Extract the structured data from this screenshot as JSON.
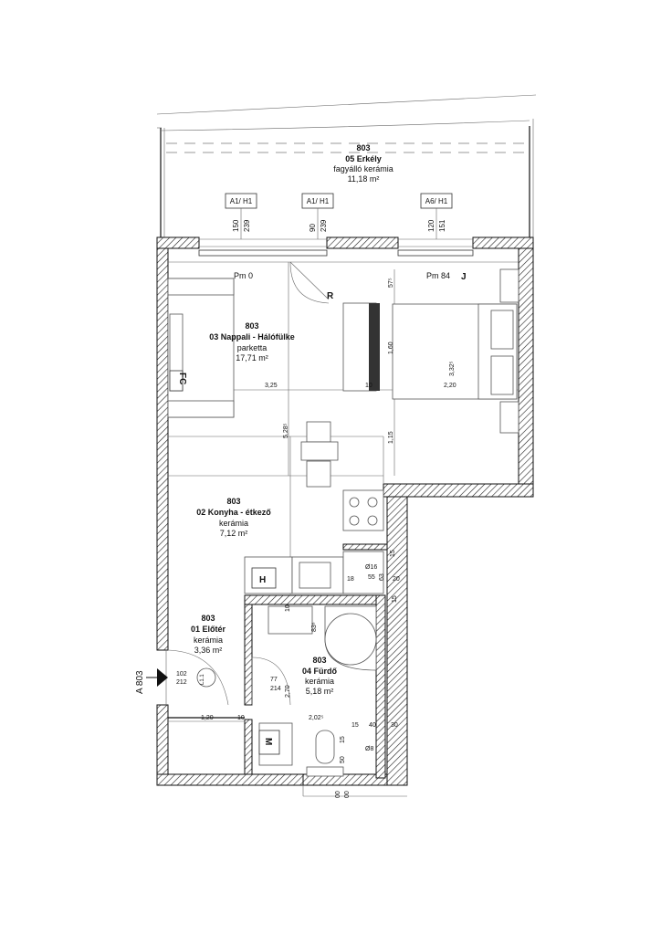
{
  "balcony": {
    "number": "803",
    "name": "05 Erkély",
    "floor": "fagyálló kerámia",
    "area": "11,18 m²"
  },
  "living": {
    "number": "803",
    "name": "03 Nappali - Hálófülke",
    "floor": "parketta",
    "area": "17,71 m²"
  },
  "kitchen": {
    "number": "803",
    "name": "02 Konyha - étkező",
    "floor": "kerámia",
    "area": "7,12 m²"
  },
  "hall": {
    "number": "803",
    "name": "01 Előtér",
    "floor": "kerámia",
    "area": "3,36 m²"
  },
  "bath": {
    "number": "803",
    "name": "04 Fürdő",
    "floor": "kerámia",
    "area": "5,18 m²"
  },
  "window_tags": [
    "A1/ H1",
    "A1/ H1",
    "A6/ H1"
  ],
  "window_dims": [
    [
      "150",
      "239"
    ],
    [
      "90",
      "239"
    ],
    [
      "120",
      "151"
    ]
  ],
  "markers": {
    "pm0": "Pm 0",
    "pm84": "Pm 84",
    "r": "R",
    "j": "J",
    "fc": "FC",
    "h": "H",
    "m": "M",
    "section": "A 803",
    "l11": "L1.1"
  },
  "dims": {
    "w325": "3,25",
    "w10a": "10",
    "w220": "2,20",
    "h160": "1,60",
    "h332": "3,32⁵",
    "h528": "5,28⁵",
    "h115": "1,15",
    "h57": "57⁵",
    "d102": "102",
    "d212": "212",
    "d77": "77",
    "d214": "214",
    "d270": "2,70",
    "d120": "1,20",
    "d10b": "10",
    "d202": "2,02⁵",
    "d15a": "15",
    "d40": "40",
    "d30": "30",
    "d15b": "15",
    "d50": "50",
    "d16": "Ø16",
    "d55": "55",
    "d63": "63",
    "d20": "20",
    "d15c": "15",
    "d18": "18",
    "d15d": "15",
    "d10c": "10",
    "d836": "83⁶",
    "d8": "Ø8",
    "d00": "00",
    "d002": "00"
  }
}
